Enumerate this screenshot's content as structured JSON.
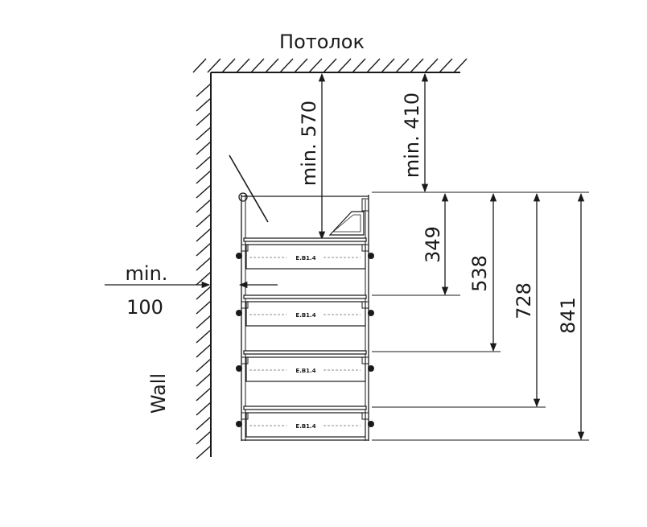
{
  "labels": {
    "ceiling": "Потолок",
    "wall": "Wall",
    "min_side_top": "min.",
    "min_side_bottom": "100",
    "min_top_a": "min. 570",
    "min_top_b": "min. 410",
    "dim_1": "349",
    "dim_2": "538",
    "dim_3": "728",
    "dim_4": "841",
    "drawer_logo": "E.B1.4"
  },
  "drawers": [
    {
      "label": "E.B1.4"
    },
    {
      "label": "E.B1.4"
    },
    {
      "label": "E.B1.4"
    },
    {
      "label": "E.B1.4"
    }
  ]
}
